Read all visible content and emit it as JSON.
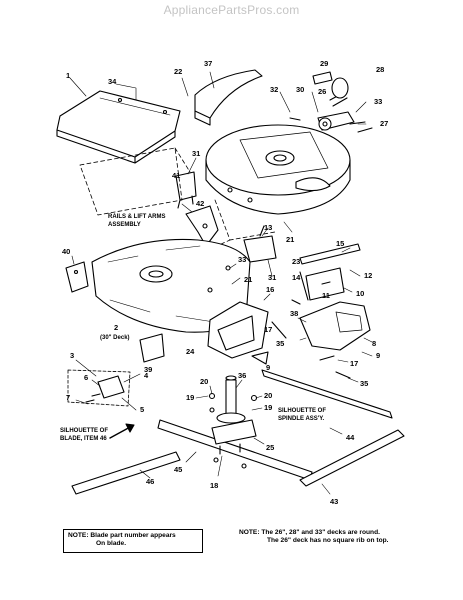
{
  "site_header": "AppliancePartsPros.com",
  "part_numbers": [
    {
      "label": "1"
    },
    {
      "label": "34"
    },
    {
      "label": "22"
    },
    {
      "label": "37"
    },
    {
      "label": "32"
    },
    {
      "label": "30"
    },
    {
      "label": "26"
    },
    {
      "label": "29"
    },
    {
      "label": "28"
    },
    {
      "label": "33"
    },
    {
      "label": "27"
    },
    {
      "label": "31"
    },
    {
      "label": "41"
    },
    {
      "label": "42"
    },
    {
      "label": "13"
    },
    {
      "label": "21"
    },
    {
      "label": "40"
    },
    {
      "label": "33"
    },
    {
      "label": "21"
    },
    {
      "label": "31"
    },
    {
      "label": "15"
    },
    {
      "label": "23"
    },
    {
      "label": "12"
    },
    {
      "label": "14"
    },
    {
      "label": "11"
    },
    {
      "label": "10"
    },
    {
      "label": "16"
    },
    {
      "label": "38"
    },
    {
      "label": "24"
    },
    {
      "label": "17"
    },
    {
      "label": "35"
    },
    {
      "label": "8"
    },
    {
      "label": "9"
    },
    {
      "label": "39"
    },
    {
      "label": "17"
    },
    {
      "label": "9"
    },
    {
      "label": "35"
    },
    {
      "label": "3"
    },
    {
      "label": "20"
    },
    {
      "label": "36"
    },
    {
      "label": "6"
    },
    {
      "label": "4"
    },
    {
      "label": "7"
    },
    {
      "label": "19"
    },
    {
      "label": "5"
    },
    {
      "label": "20"
    },
    {
      "label": "19"
    },
    {
      "label": "25"
    },
    {
      "label": "44"
    },
    {
      "label": "45"
    },
    {
      "label": "46"
    },
    {
      "label": "18"
    },
    {
      "label": "43"
    }
  ],
  "callouts": {
    "rails_lift_1": "RAILS & LIFT ARMS",
    "rails_lift_2": "ASSEMBLY",
    "deck_num": "2",
    "deck_size": "(30\" Deck)",
    "spindle_1": "SILHOUETTE OF",
    "spindle_2": "SPINDLE ASS'Y.",
    "blade_1": "SILHOUETTE OF",
    "blade_2": "BLADE, ITEM 46"
  },
  "notes": {
    "left_1": "NOTE:  Blade part number appears",
    "left_2": "On blade.",
    "right_1": "NOTE:  The 26\", 28\" and 33\" decks are round.",
    "right_2": "The 26\" deck has no square rib on top."
  }
}
